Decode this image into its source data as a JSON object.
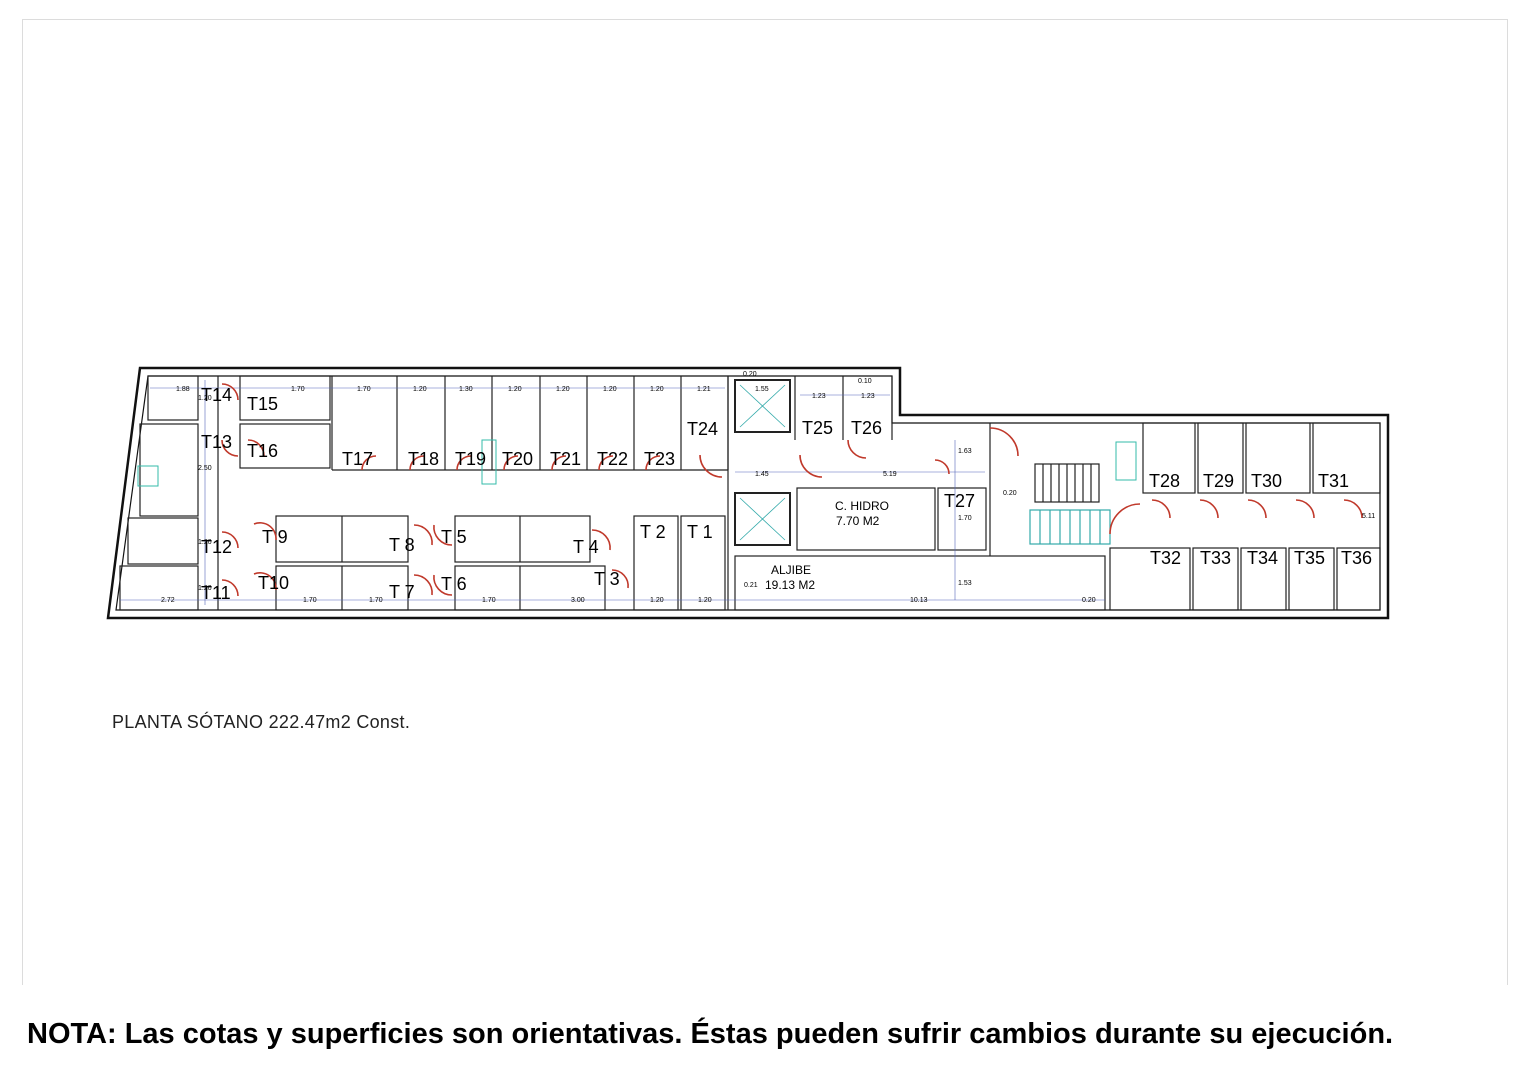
{
  "plan": {
    "units_upper": [
      "T14",
      "T15",
      "T13",
      "T16",
      "T17",
      "T18",
      "T19",
      "T20",
      "T21",
      "T22",
      "T23",
      "T24",
      "T25",
      "T26",
      "T27",
      "T28",
      "T29",
      "T30",
      "T31"
    ],
    "units_lower": [
      "T12",
      "T11",
      "T 9",
      "T10",
      "T 8",
      "T 7",
      "T 5",
      "T 6",
      "T 4",
      "T 3",
      "T 2",
      "T 1",
      "T32",
      "T33",
      "T34",
      "T35",
      "T36"
    ],
    "rooms": {
      "hidro_name": "C. HIDRO",
      "hidro_area": "7.70 M2",
      "aljibe_name": "ALJIBE",
      "aljibe_area": "19.13 M2"
    },
    "dimensions": [
      "1.88",
      "1.70",
      "1.70",
      "1.20",
      "1.30",
      "1.20",
      "1.20",
      "1.20",
      "1.20",
      "1.21",
      "1.55",
      "1.23",
      "1.23",
      "0.10",
      "0.20",
      "1.45",
      "5.19",
      "1.63",
      "0.20",
      "2.50",
      "1.20",
      "1.20",
      "1.20",
      "2.72",
      "1.70",
      "1.70",
      "1.70",
      "3.00",
      "1.20",
      "1.20",
      "0.21",
      "10.13",
      "0.20",
      "1.53",
      "1.70",
      "5.11"
    ]
  },
  "caption": "PLANTA SÓTANO  222.47m2 Const.",
  "note": "NOTA: Las cotas y superficies son orientativas. Éstas pueden sufrir cambios durante su ejecución."
}
